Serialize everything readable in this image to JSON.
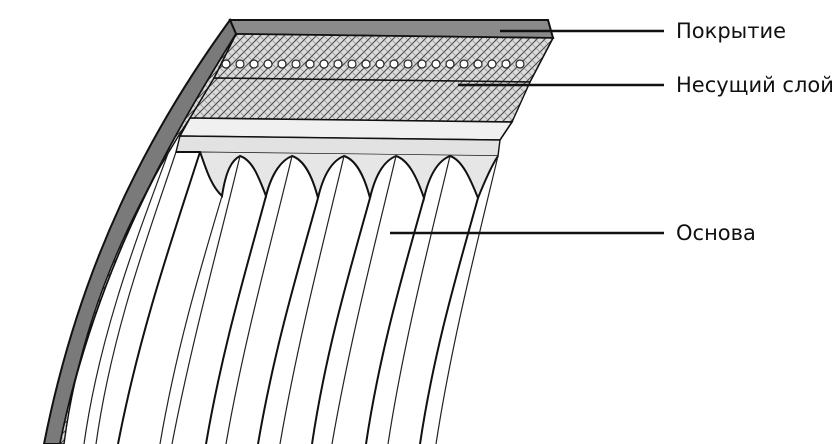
{
  "labels": {
    "cover": "Покрытие",
    "carrier_layer": "Несущий слой",
    "base": "Основа"
  },
  "colors": {
    "cover_fill": "#7a7a7a",
    "layer_fill": "#e2e2e2",
    "line": "#111111",
    "background": "#ffffff"
  }
}
